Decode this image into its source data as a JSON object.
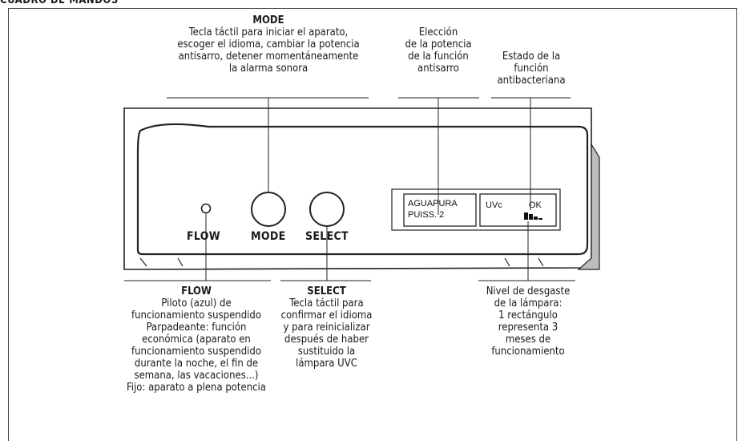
{
  "section_title": "CUADRO DE MANDOS",
  "callouts": {
    "mode": {
      "title": "MODE",
      "lines": [
        "Tecla táctil para iniciar el aparato,",
        "escoger el idioma, cambiar la potencia",
        "antisarro, detener momentáneamente",
        "la alarma sonora"
      ]
    },
    "power_choice": {
      "lines": [
        "Elección",
        "de la potencia",
        "de la función",
        "antisarro"
      ]
    },
    "antibacterial": {
      "lines": [
        "Estado de la",
        "función",
        "antibacteriana"
      ]
    },
    "flow": {
      "title": "FLOW",
      "lines": [
        "Piloto (azul) de",
        "funcionamiento suspendido",
        "Parpadeante: función",
        "económica (aparato en",
        "funcionamiento suspendido",
        "durante la noche, el fin de",
        "semana, las vacaciones...)",
        "Fijo: aparato a plena potencia"
      ]
    },
    "select": {
      "title": "SELECT",
      "lines": [
        "Tecla táctil para",
        "confirmar el idioma",
        "y para reinicializar",
        "después de haber",
        "sustituido la",
        "lámpara UVC"
      ]
    },
    "lamp_wear": {
      "lines": [
        "Nivel de desgaste",
        "de la lámpara:",
        "1 rectángulo",
        "representa 3",
        "meses de",
        "funcionamiento"
      ]
    }
  },
  "device": {
    "flow_label": "FLOW",
    "mode_label": "MODE",
    "select_label": "SELECT",
    "display": {
      "line1": "AGUAPURA",
      "line2": "PUISS. 2",
      "uv_label": "UVc",
      "status": "OK"
    }
  }
}
